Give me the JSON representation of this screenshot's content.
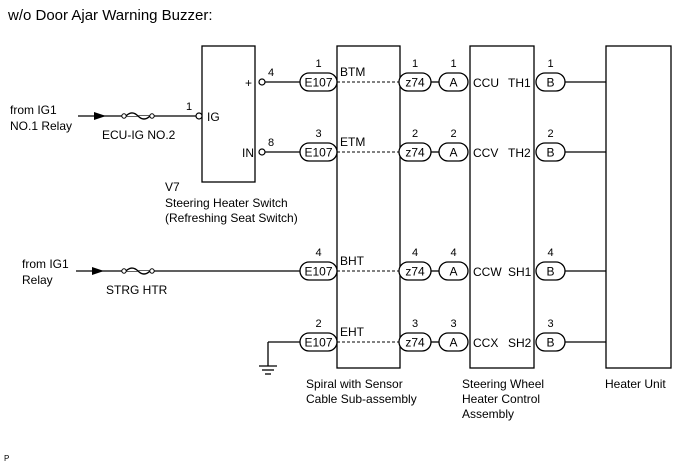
{
  "title": "w/o Door Ajar Warning Buzzer:",
  "sources": [
    {
      "line1": "from IG1",
      "line2": "NO.1 Relay",
      "fuse": "ECU-IG NO.2"
    },
    {
      "line1": "from IG1",
      "line2": "Relay",
      "fuse": "STRG HTR"
    }
  ],
  "switch": {
    "pin_ig": "1",
    "label_ig": "IG",
    "pin_plus": "4",
    "label_plus": "+",
    "pin_in": "8",
    "label_in": "IN",
    "code": "V7",
    "name_line1": "Steering Heater Switch",
    "name_line2": "(Refreshing Seat Switch)"
  },
  "connectors": {
    "e107": "E107",
    "z74": "z74",
    "a": "A",
    "b": "B"
  },
  "rows": [
    {
      "e107_pin": "1",
      "signal": "BTM",
      "z74_pin": "1",
      "a_pin": "1",
      "ccu_label": "CCU",
      "th_label": "TH1",
      "b_pin": "1"
    },
    {
      "e107_pin": "3",
      "signal": "ETM",
      "z74_pin": "2",
      "a_pin": "2",
      "ccu_label": "CCV",
      "th_label": "TH2",
      "b_pin": "2"
    },
    {
      "e107_pin": "4",
      "signal": "BHT",
      "z74_pin": "4",
      "a_pin": "4",
      "ccu_label": "CCW",
      "th_label": "SH1",
      "b_pin": "4"
    },
    {
      "e107_pin": "2",
      "signal": "EHT",
      "z74_pin": "3",
      "a_pin": "3",
      "ccu_label": "CCX",
      "th_label": "SH2",
      "b_pin": "3"
    }
  ],
  "components": {
    "spiral_line1": "Spiral with Sensor",
    "spiral_line2": "Cable Sub-assembly",
    "ecu_line1": "Steering Wheel",
    "ecu_line2": "Heater Control",
    "ecu_line3": "Assembly",
    "heater": "Heater Unit"
  },
  "footer_mark": "P"
}
